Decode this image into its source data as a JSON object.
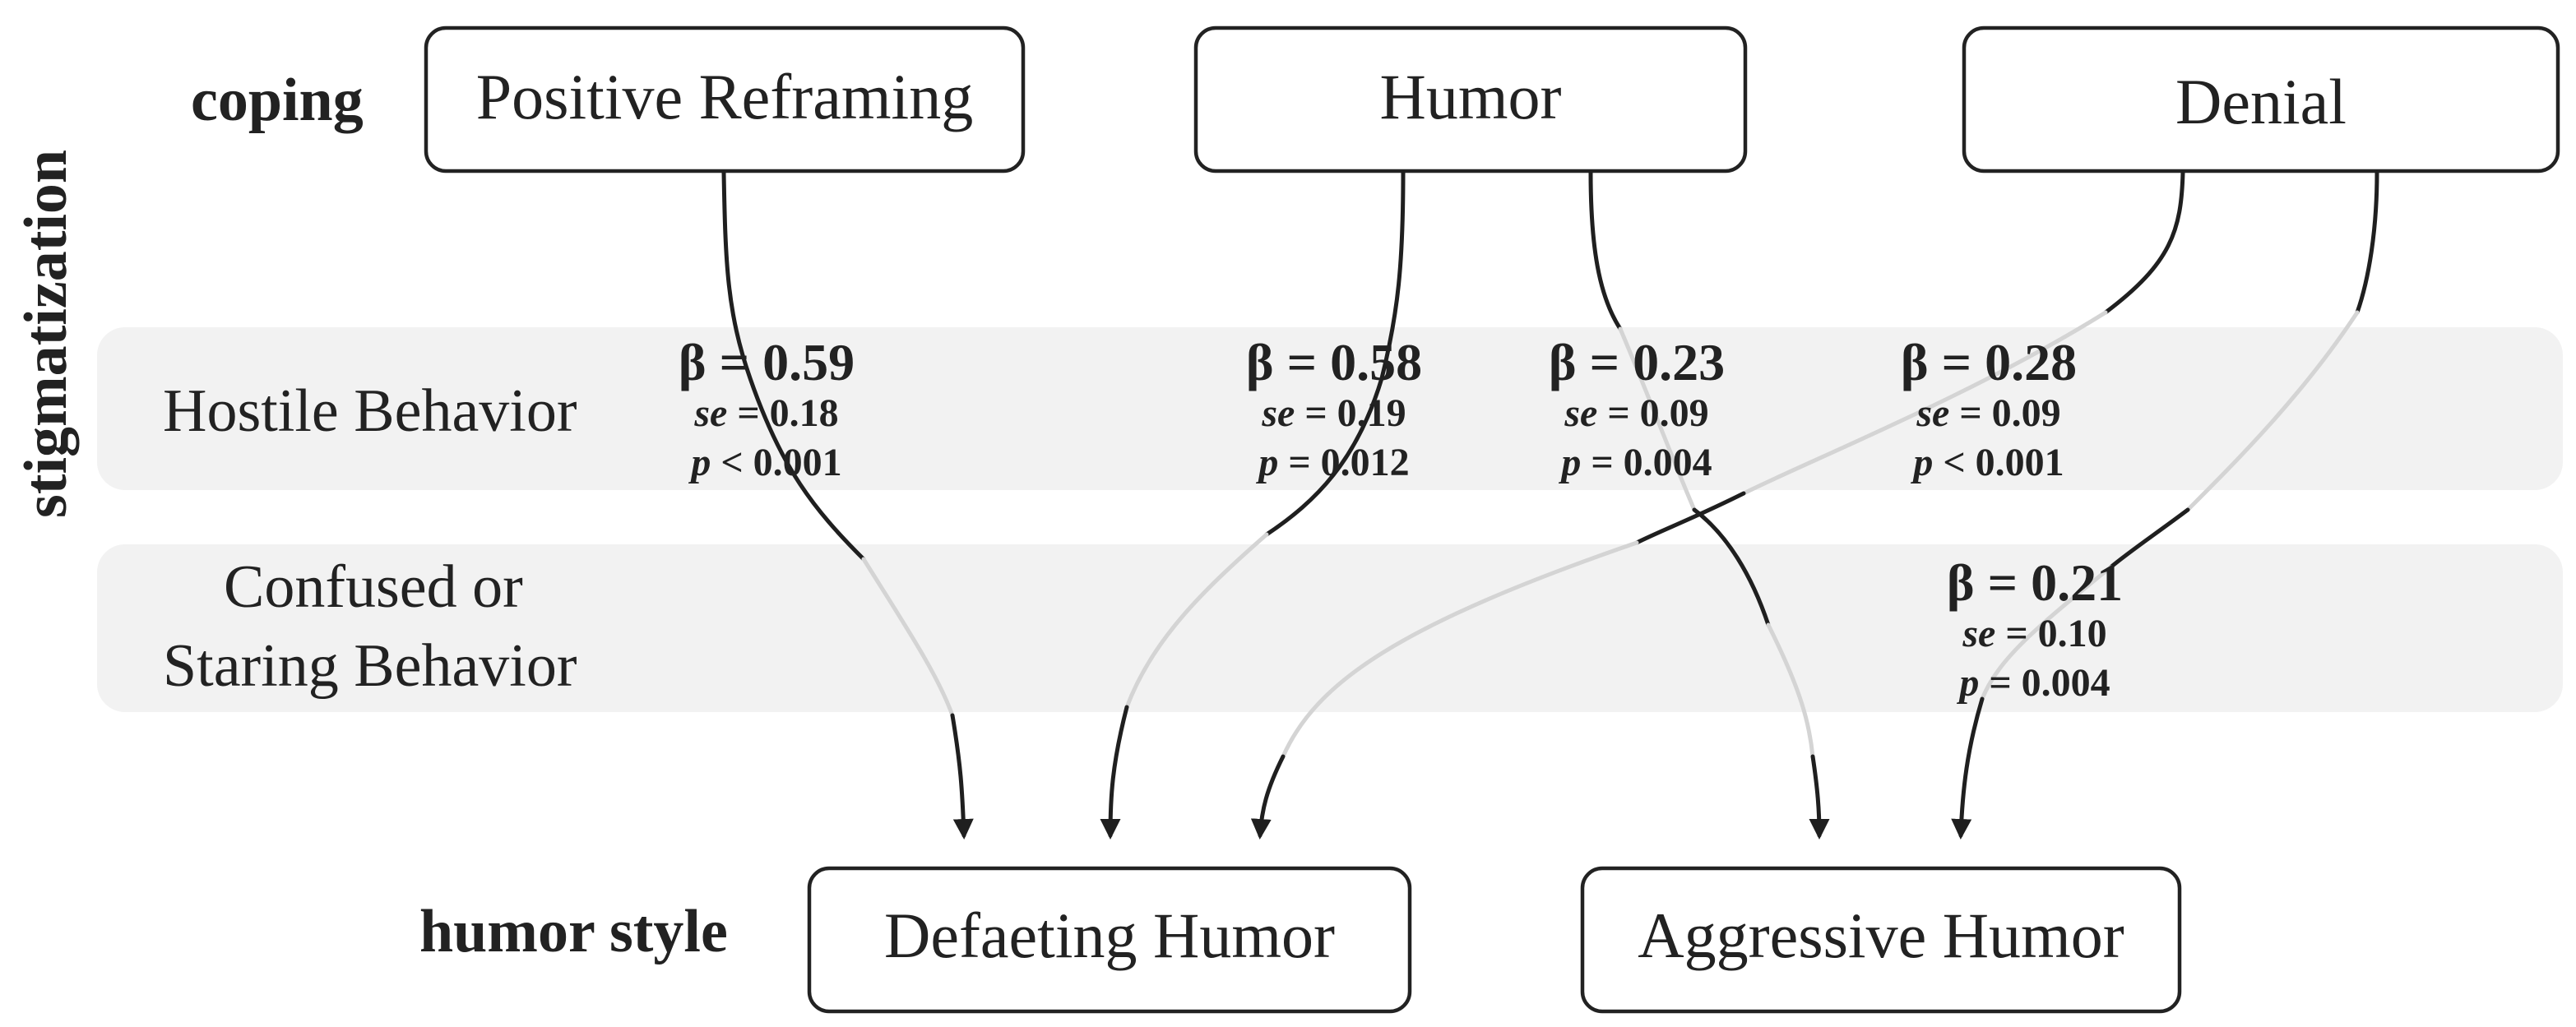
{
  "row_labels": {
    "coping": "coping",
    "stigmatization": "stigmatization",
    "humor_style": "humor style"
  },
  "coping_nodes": [
    {
      "id": "positive-reframing",
      "label": "Positive Reframing"
    },
    {
      "id": "humor",
      "label": "Humor"
    },
    {
      "id": "denial",
      "label": "Denial"
    }
  ],
  "stigmatization_bands": [
    {
      "id": "hostile-behavior",
      "lines": [
        "Hostile Behavior"
      ]
    },
    {
      "id": "confused-or-staring-behavior",
      "lines": [
        "Confused or",
        "Staring Behavior"
      ]
    }
  ],
  "humor_style_nodes": [
    {
      "id": "defeating-humor",
      "label": "Defaeting Humor"
    },
    {
      "id": "aggressive-humor",
      "label": "Aggressive Humor"
    }
  ],
  "paths": [
    {
      "from": "positive-reframing",
      "to": "defeating-humor",
      "moderator": "hostile-behavior",
      "beta": "β = 0.59",
      "se": "0.18",
      "p_op": "<",
      "p": "0.001"
    },
    {
      "from": "humor",
      "to": "defeating-humor",
      "moderator": "hostile-behavior",
      "beta": "β = 0.58",
      "se": "0.19",
      "p_op": "=",
      "p": "0.012"
    },
    {
      "from": "humor",
      "to": "aggressive-humor",
      "moderator": "hostile-behavior",
      "beta": "β = 0.23",
      "se": "0.09",
      "p_op": "=",
      "p": "0.004"
    },
    {
      "from": "denial",
      "to": "defeating-humor",
      "moderator": "hostile-behavior",
      "beta": "β = 0.28",
      "se": "0.09",
      "p_op": "<",
      "p": "0.001"
    },
    {
      "from": "denial",
      "to": "aggressive-humor",
      "moderator": "confused-or-staring-behavior",
      "beta": "β = 0.21",
      "se": "0.10",
      "p_op": "=",
      "p": "0.004"
    }
  ],
  "stat_keys": {
    "se": "se",
    "p": "p"
  }
}
